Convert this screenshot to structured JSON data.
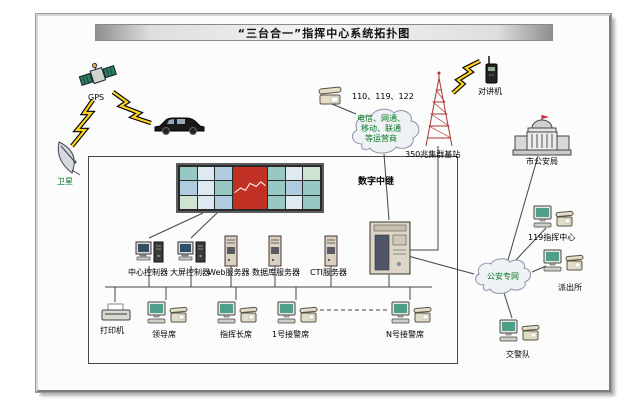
{
  "title": "“三台合一”指挥中心系统拓扑图",
  "accent": {
    "line": "#444444",
    "bolt": "#ffd21e",
    "screen_green": "#4f9e8a",
    "wall_red": "#c03024"
  },
  "outside": {
    "gps": "GPS",
    "satellite": "卫星",
    "emergency_numbers": "110、119、122",
    "telecom1": "电信、网通、",
    "telecom2": "移动、联通",
    "telecom3": "等运营商",
    "walkie": "对讲机",
    "base_station": "350兆集群基站",
    "city_psb": "市公安局",
    "center119": "119指挥中心",
    "psn": "公安专网",
    "police_station": "派出所",
    "traffic_police": "交警队"
  },
  "inside": {
    "digital_trunk": "数字中继",
    "center_controller": "中心控制器",
    "screen_controller": "大屏控制器",
    "web_server": "Web服务器",
    "db_server": "数据库服务器",
    "cti_server": "CTI服务器",
    "printer": "打印机",
    "leader_seat": "领导席",
    "commander_seat": "指挥长席",
    "seat1": "1号接警席",
    "seatN": "N号接警席"
  }
}
